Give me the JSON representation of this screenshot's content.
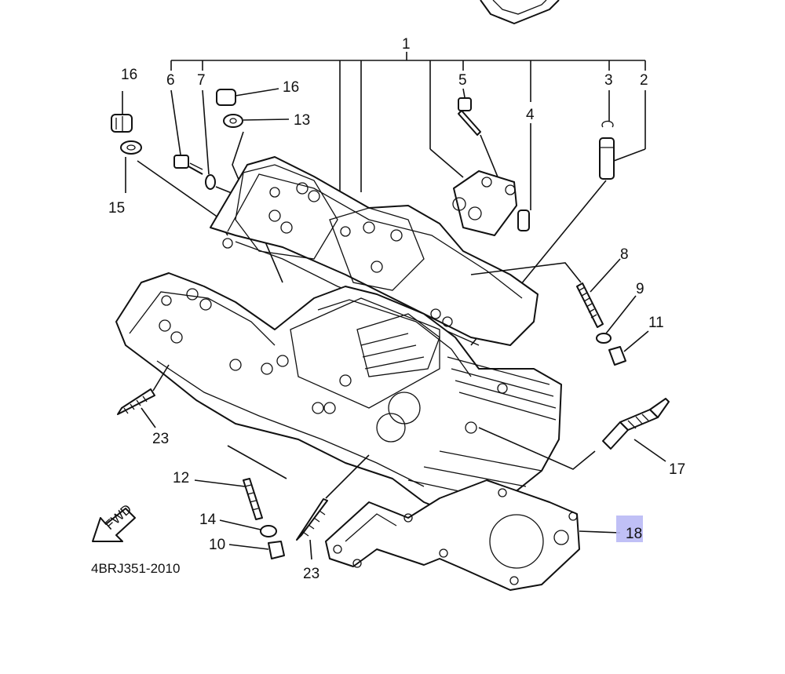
{
  "diagram": {
    "part_code": "4BRJ351-2010",
    "fwd_label": "FWD",
    "highlight_color": "#b9b9f5",
    "callouts": {
      "n1": "1",
      "n2": "2",
      "n3": "3",
      "n4": "4",
      "n5": "5",
      "n6": "6",
      "n7": "7",
      "n8": "8",
      "n9": "9",
      "n10": "10",
      "n11": "11",
      "n12": "12",
      "n13": "13",
      "n14": "14",
      "n15": "15",
      "n16a": "16",
      "n16b": "16",
      "n17": "17",
      "n18": "18",
      "n23a": "23",
      "n23b": "23"
    }
  }
}
